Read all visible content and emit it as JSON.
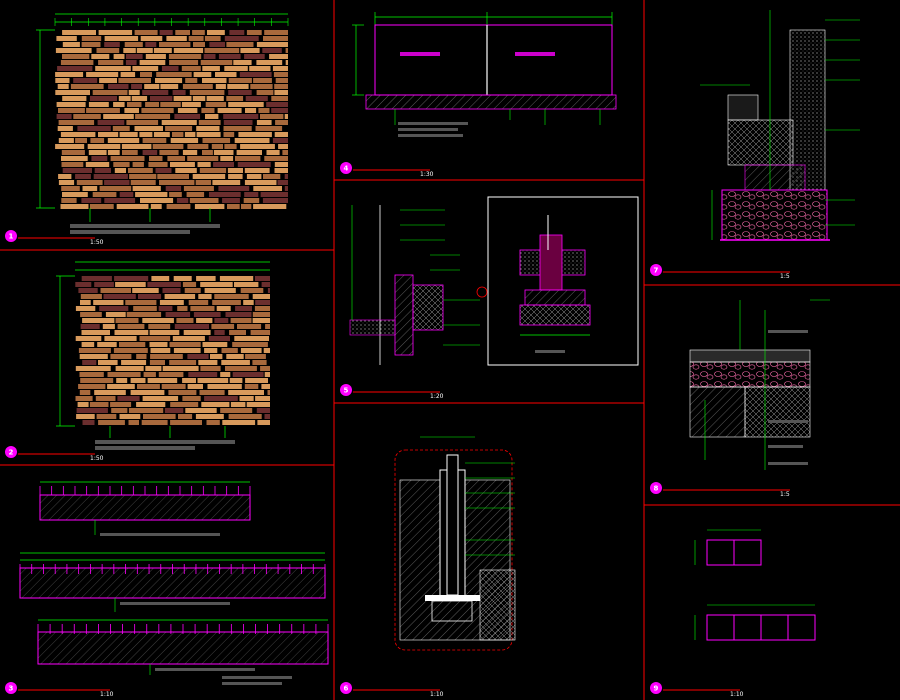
{
  "sheet": {
    "background": "#000000",
    "frame_color": "#ff0000",
    "line_colors": {
      "dimension": "#00ff00",
      "leader": "#00ff00",
      "outline": "#ff00ff",
      "note": "#ffffff",
      "hatch": "#c8c8c8"
    }
  },
  "panels": [
    {
      "id": 1,
      "title": "",
      "scale": "1:50"
    },
    {
      "id": 2,
      "title": "",
      "scale": "1:50"
    },
    {
      "id": 3,
      "title": "",
      "scale": "1:10"
    },
    {
      "id": 4,
      "title": "",
      "scale": "1:30"
    },
    {
      "id": 5,
      "title": "",
      "scale": "1:20"
    },
    {
      "id": 6,
      "title": "",
      "scale": "1:10"
    },
    {
      "id": 7,
      "title": "",
      "scale": "1:5"
    },
    {
      "id": 8,
      "title": "",
      "scale": "1:5"
    },
    {
      "id": 9,
      "title": "",
      "scale": "1:10"
    }
  ],
  "brick_colors": {
    "light": "#d89a5c",
    "mid": "#a8693c",
    "dark": "#6b2e2e"
  },
  "stone_color": "#ff6fb0"
}
